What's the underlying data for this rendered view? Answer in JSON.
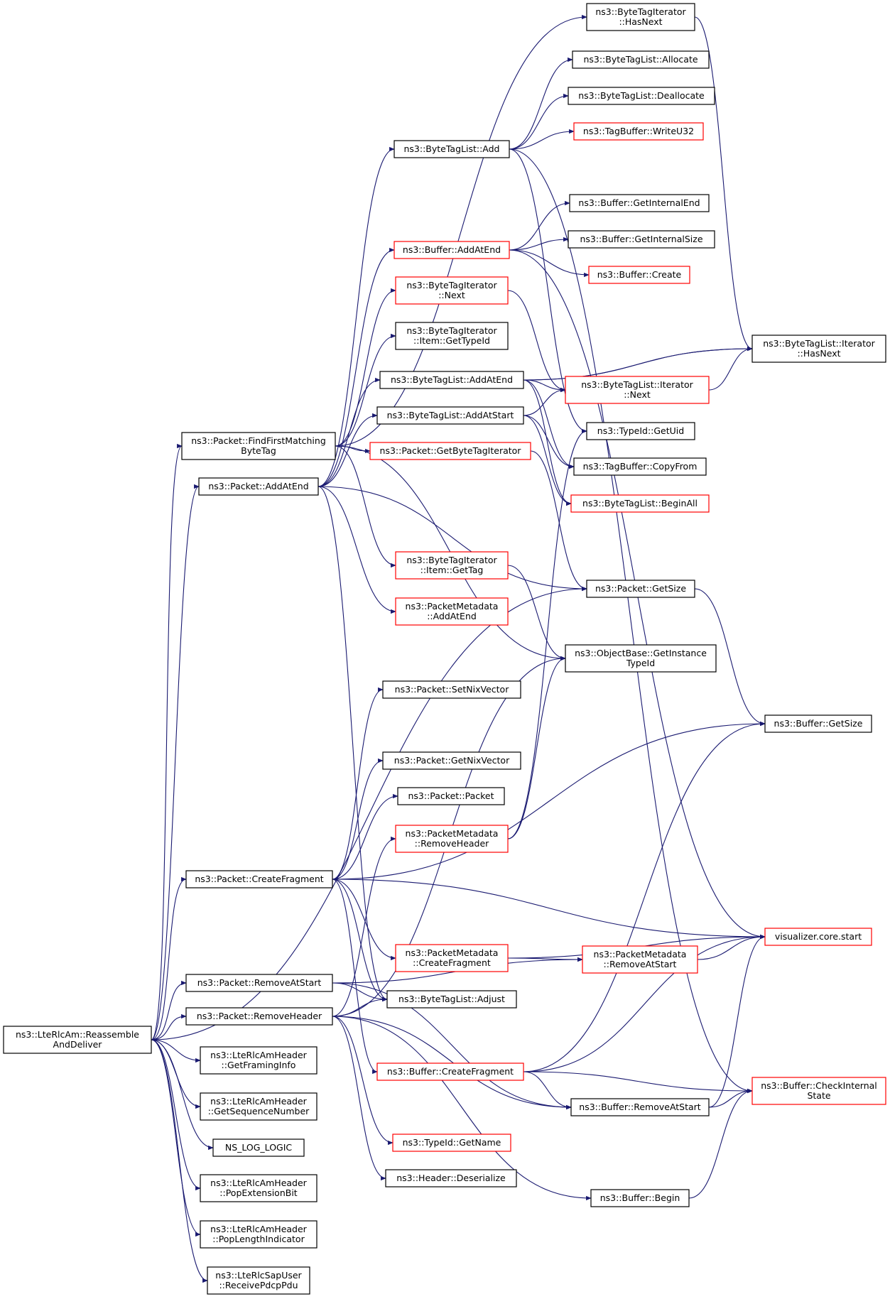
{
  "colors": {
    "edge": "#191970",
    "border_normal": "#000000",
    "border_truncated": "#ff0000",
    "root_fill": "#bfbfbf",
    "node_fill": "#ffffff"
  },
  "nodes": [
    {
      "id": "root",
      "lines": [
        "ns3::LteRlcAm::Reassemble",
        "AndDeliver"
      ],
      "style": "root"
    },
    {
      "id": "findFirst",
      "lines": [
        "ns3::Packet::FindFirstMatching",
        "ByteTag"
      ],
      "style": "normal"
    },
    {
      "id": "pktAddAtEnd",
      "lines": [
        "ns3::Packet::AddAtEnd"
      ],
      "style": "normal"
    },
    {
      "id": "createFrag",
      "lines": [
        "ns3::Packet::CreateFragment"
      ],
      "style": "normal"
    },
    {
      "id": "removeAtStart",
      "lines": [
        "ns3::Packet::RemoveAtStart"
      ],
      "style": "normal"
    },
    {
      "id": "removeHeader",
      "lines": [
        "ns3::Packet::RemoveHeader"
      ],
      "style": "normal"
    },
    {
      "id": "getFraming",
      "lines": [
        "ns3::LteRlcAmHeader",
        "::GetFramingInfo"
      ],
      "style": "normal"
    },
    {
      "id": "getSeq",
      "lines": [
        "ns3::LteRlcAmHeader",
        "::GetSequenceNumber"
      ],
      "style": "normal"
    },
    {
      "id": "nsLog",
      "lines": [
        "NS_LOG_LOGIC"
      ],
      "style": "normal"
    },
    {
      "id": "popExt",
      "lines": [
        "ns3::LteRlcAmHeader",
        "::PopExtensionBit"
      ],
      "style": "normal"
    },
    {
      "id": "popLen",
      "lines": [
        "ns3::LteRlcAmHeader",
        "::PopLengthIndicator"
      ],
      "style": "normal"
    },
    {
      "id": "recvPdcp",
      "lines": [
        "ns3::LteRlcSapUser",
        "::ReceivePdcpPdu"
      ],
      "style": "normal"
    },
    {
      "id": "btlAdd",
      "lines": [
        "ns3::ByteTagList::Add"
      ],
      "style": "normal"
    },
    {
      "id": "bufAddAtEnd",
      "lines": [
        "ns3::Buffer::AddAtEnd"
      ],
      "style": "trunc"
    },
    {
      "id": "btiNext",
      "lines": [
        "ns3::ByteTagIterator",
        "::Next"
      ],
      "style": "trunc"
    },
    {
      "id": "btiItemGetTypeId",
      "lines": [
        "ns3::ByteTagIterator",
        "::Item::GetTypeId"
      ],
      "style": "normal"
    },
    {
      "id": "btlAddAtEnd",
      "lines": [
        "ns3::ByteTagList::AddAtEnd"
      ],
      "style": "normal"
    },
    {
      "id": "btlAddAtStart",
      "lines": [
        "ns3::ByteTagList::AddAtStart"
      ],
      "style": "normal"
    },
    {
      "id": "getBTI",
      "lines": [
        "ns3::Packet::GetByteTagIterator"
      ],
      "style": "trunc"
    },
    {
      "id": "btiItemGetTag",
      "lines": [
        "ns3::ByteTagIterator",
        "::Item::GetTag"
      ],
      "style": "trunc"
    },
    {
      "id": "pmAddAtEnd",
      "lines": [
        "ns3::PacketMetadata",
        "::AddAtEnd"
      ],
      "style": "trunc"
    },
    {
      "id": "setNix",
      "lines": [
        "ns3::Packet::SetNixVector"
      ],
      "style": "normal"
    },
    {
      "id": "getNix",
      "lines": [
        "ns3::Packet::GetNixVector"
      ],
      "style": "normal"
    },
    {
      "id": "pktPacket",
      "lines": [
        "ns3::Packet::Packet"
      ],
      "style": "normal"
    },
    {
      "id": "pmRemoveHeader",
      "lines": [
        "ns3::PacketMetadata",
        "::RemoveHeader"
      ],
      "style": "trunc"
    },
    {
      "id": "pmCreateFrag",
      "lines": [
        "ns3::PacketMetadata",
        "::CreateFragment"
      ],
      "style": "trunc"
    },
    {
      "id": "btlAdjust",
      "lines": [
        "ns3::ByteTagList::Adjust"
      ],
      "style": "normal"
    },
    {
      "id": "bufCreateFrag",
      "lines": [
        "ns3::Buffer::CreateFragment"
      ],
      "style": "trunc"
    },
    {
      "id": "typeIdGetName",
      "lines": [
        "ns3::TypeId::GetName"
      ],
      "style": "trunc"
    },
    {
      "id": "headerDeser",
      "lines": [
        "ns3::Header::Deserialize"
      ],
      "style": "normal"
    },
    {
      "id": "btiHasNext",
      "lines": [
        "ns3::ByteTagIterator",
        "::HasNext"
      ],
      "style": "normal"
    },
    {
      "id": "btlAllocate",
      "lines": [
        "ns3::ByteTagList::Allocate"
      ],
      "style": "normal"
    },
    {
      "id": "btlDeallocate",
      "lines": [
        "ns3::ByteTagList::Deallocate"
      ],
      "style": "normal"
    },
    {
      "id": "tbWriteU32",
      "lines": [
        "ns3::TagBuffer::WriteU32"
      ],
      "style": "trunc"
    },
    {
      "id": "bufGetInternalEnd",
      "lines": [
        "ns3::Buffer::GetInternalEnd"
      ],
      "style": "normal"
    },
    {
      "id": "bufGetInternalSize",
      "lines": [
        "ns3::Buffer::GetInternalSize"
      ],
      "style": "normal"
    },
    {
      "id": "bufCreate",
      "lines": [
        "ns3::Buffer::Create"
      ],
      "style": "trunc"
    },
    {
      "id": "btlItNext",
      "lines": [
        "ns3::ByteTagList::Iterator",
        "::Next"
      ],
      "style": "trunc"
    },
    {
      "id": "typeIdGetUid",
      "lines": [
        "ns3::TypeId::GetUid"
      ],
      "style": "normal"
    },
    {
      "id": "tbCopyFrom",
      "lines": [
        "ns3::TagBuffer::CopyFrom"
      ],
      "style": "normal"
    },
    {
      "id": "btlBeginAll",
      "lines": [
        "ns3::ByteTagList::BeginAll"
      ],
      "style": "trunc"
    },
    {
      "id": "pktGetSize",
      "lines": [
        "ns3::Packet::GetSize"
      ],
      "style": "normal"
    },
    {
      "id": "objGetInstTypeId",
      "lines": [
        "ns3::ObjectBase::GetInstance",
        "TypeId"
      ],
      "style": "normal"
    },
    {
      "id": "pmRemoveAtStart",
      "lines": [
        "ns3::PacketMetadata",
        "::RemoveAtStart"
      ],
      "style": "trunc"
    },
    {
      "id": "bufRemoveAtStart",
      "lines": [
        "ns3::Buffer::RemoveAtStart"
      ],
      "style": "normal"
    },
    {
      "id": "bufBegin",
      "lines": [
        "ns3::Buffer::Begin"
      ],
      "style": "normal"
    },
    {
      "id": "btlItHasNext",
      "lines": [
        "ns3::ByteTagList::Iterator",
        "::HasNext"
      ],
      "style": "normal"
    },
    {
      "id": "bufGetSize",
      "lines": [
        "ns3::Buffer::GetSize"
      ],
      "style": "normal"
    },
    {
      "id": "vizStart",
      "lines": [
        "visualizer.core.start"
      ],
      "style": "trunc"
    },
    {
      "id": "bufCheckInternal",
      "lines": [
        "ns3::Buffer::CheckInternal",
        "State"
      ],
      "style": "trunc"
    }
  ],
  "edges": [
    [
      "root",
      "findFirst"
    ],
    [
      "root",
      "pktAddAtEnd"
    ],
    [
      "root",
      "createFrag"
    ],
    [
      "root",
      "removeAtStart"
    ],
    [
      "root",
      "removeHeader"
    ],
    [
      "root",
      "getFraming"
    ],
    [
      "root",
      "getSeq"
    ],
    [
      "root",
      "nsLog"
    ],
    [
      "root",
      "popExt"
    ],
    [
      "root",
      "popLen"
    ],
    [
      "root",
      "recvPdcp"
    ],
    [
      "root",
      "pktGetSize"
    ],
    [
      "findFirst",
      "btiHasNext"
    ],
    [
      "findFirst",
      "btiNext"
    ],
    [
      "findFirst",
      "btiItemGetTypeId"
    ],
    [
      "findFirst",
      "getBTI"
    ],
    [
      "findFirst",
      "btiItemGetTag"
    ],
    [
      "findFirst",
      "objGetInstTypeId"
    ],
    [
      "pktAddAtEnd",
      "btlAdd"
    ],
    [
      "pktAddAtEnd",
      "bufAddAtEnd"
    ],
    [
      "pktAddAtEnd",
      "btlAddAtEnd"
    ],
    [
      "pktAddAtEnd",
      "btlAddAtStart"
    ],
    [
      "pktAddAtEnd",
      "pmAddAtEnd"
    ],
    [
      "pktAddAtEnd",
      "pktGetSize"
    ],
    [
      "pktAddAtEnd",
      "btlAdjust"
    ],
    [
      "createFrag",
      "setNix"
    ],
    [
      "createFrag",
      "getNix"
    ],
    [
      "createFrag",
      "pktPacket"
    ],
    [
      "createFrag",
      "bufGetSize"
    ],
    [
      "createFrag",
      "pmCreateFrag"
    ],
    [
      "createFrag",
      "btlAdjust"
    ],
    [
      "createFrag",
      "bufCreateFrag"
    ],
    [
      "createFrag",
      "vizStart"
    ],
    [
      "removeAtStart",
      "btlAdjust"
    ],
    [
      "removeAtStart",
      "pmRemoveAtStart"
    ],
    [
      "removeAtStart",
      "bufRemoveAtStart"
    ],
    [
      "removeHeader",
      "btlAdjust"
    ],
    [
      "removeHeader",
      "pmRemoveHeader"
    ],
    [
      "removeHeader",
      "objGetInstTypeId"
    ],
    [
      "removeHeader",
      "typeIdGetName"
    ],
    [
      "removeHeader",
      "headerDeser"
    ],
    [
      "removeHeader",
      "bufBegin"
    ],
    [
      "removeHeader",
      "bufRemoveAtStart"
    ],
    [
      "btlAdd",
      "btlAllocate"
    ],
    [
      "btlAdd",
      "btlDeallocate"
    ],
    [
      "btlAdd",
      "tbWriteU32"
    ],
    [
      "btlAdd",
      "typeIdGetUid"
    ],
    [
      "btlAdd",
      "bufCheckInternal"
    ],
    [
      "bufAddAtEnd",
      "bufGetInternalEnd"
    ],
    [
      "bufAddAtEnd",
      "bufGetInternalSize"
    ],
    [
      "bufAddAtEnd",
      "bufCreate"
    ],
    [
      "bufAddAtEnd",
      "vizStart"
    ],
    [
      "btiNext",
      "btlItNext"
    ],
    [
      "btlAddAtEnd",
      "btlItHasNext"
    ],
    [
      "btlAddAtEnd",
      "btlItNext"
    ],
    [
      "btlAddAtEnd",
      "tbCopyFrom"
    ],
    [
      "btlAddAtEnd",
      "btlBeginAll"
    ],
    [
      "btlAddAtEnd",
      "btlItHasNext"
    ],
    [
      "btlAddAtStart",
      "btlItNext"
    ],
    [
      "btlAddAtStart",
      "tbCopyFrom"
    ],
    [
      "btlAddAtStart",
      "btlBeginAll"
    ],
    [
      "getBTI",
      "pktGetSize"
    ],
    [
      "btiItemGetTag",
      "objGetInstTypeId"
    ],
    [
      "pmRemoveHeader",
      "objGetInstTypeId"
    ],
    [
      "pmRemoveHeader",
      "typeIdGetUid"
    ],
    [
      "pmCreateFrag",
      "vizStart"
    ],
    [
      "pmCreateFrag",
      "pmRemoveAtStart"
    ],
    [
      "pmRemoveAtStart",
      "vizStart"
    ],
    [
      "bufCreateFrag",
      "bufGetSize"
    ],
    [
      "bufCreateFrag",
      "vizStart"
    ],
    [
      "bufCreateFrag",
      "bufCheckInternal"
    ],
    [
      "bufCreateFrag",
      "bufRemoveAtStart"
    ],
    [
      "bufRemoveAtStart",
      "vizStart"
    ],
    [
      "bufRemoveAtStart",
      "bufCheckInternal"
    ],
    [
      "bufBegin",
      "bufCheckInternal"
    ],
    [
      "btiHasNext",
      "btlItHasNext"
    ],
    [
      "btlItNext",
      "btlItHasNext"
    ],
    [
      "pktGetSize",
      "bufGetSize"
    ]
  ]
}
